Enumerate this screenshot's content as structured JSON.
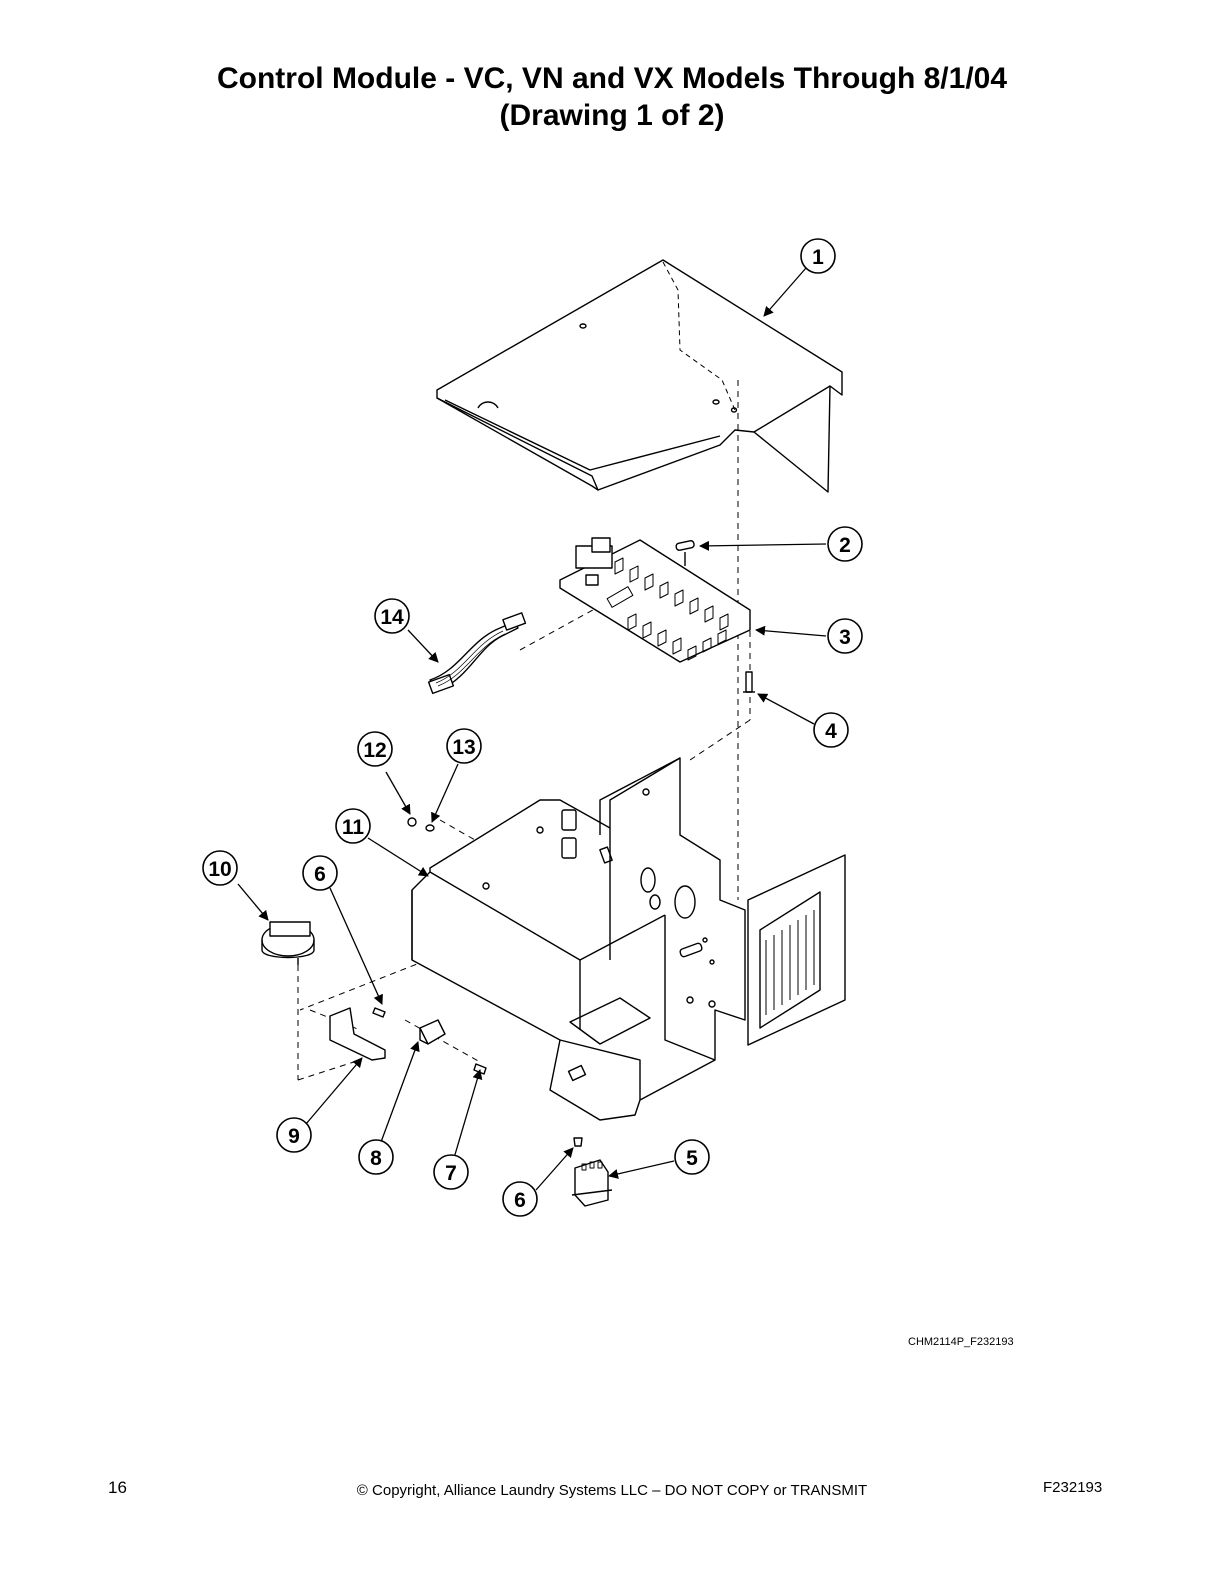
{
  "title": {
    "line1": "Control Module - VC, VN and VX Models Through 8/1/04",
    "line2": "(Drawing 1 of 2)"
  },
  "callouts": [
    "1",
    "2",
    "3",
    "4",
    "5",
    "6",
    "7",
    "8",
    "9",
    "10",
    "11",
    "12",
    "13",
    "14",
    "6"
  ],
  "figure_code": "CHM2114P_F232193",
  "footer": {
    "page_number": "16",
    "copyright": "© Copyright, Alliance Laundry Systems LLC – DO NOT COPY or TRANSMIT",
    "doc_id": "F232193"
  }
}
